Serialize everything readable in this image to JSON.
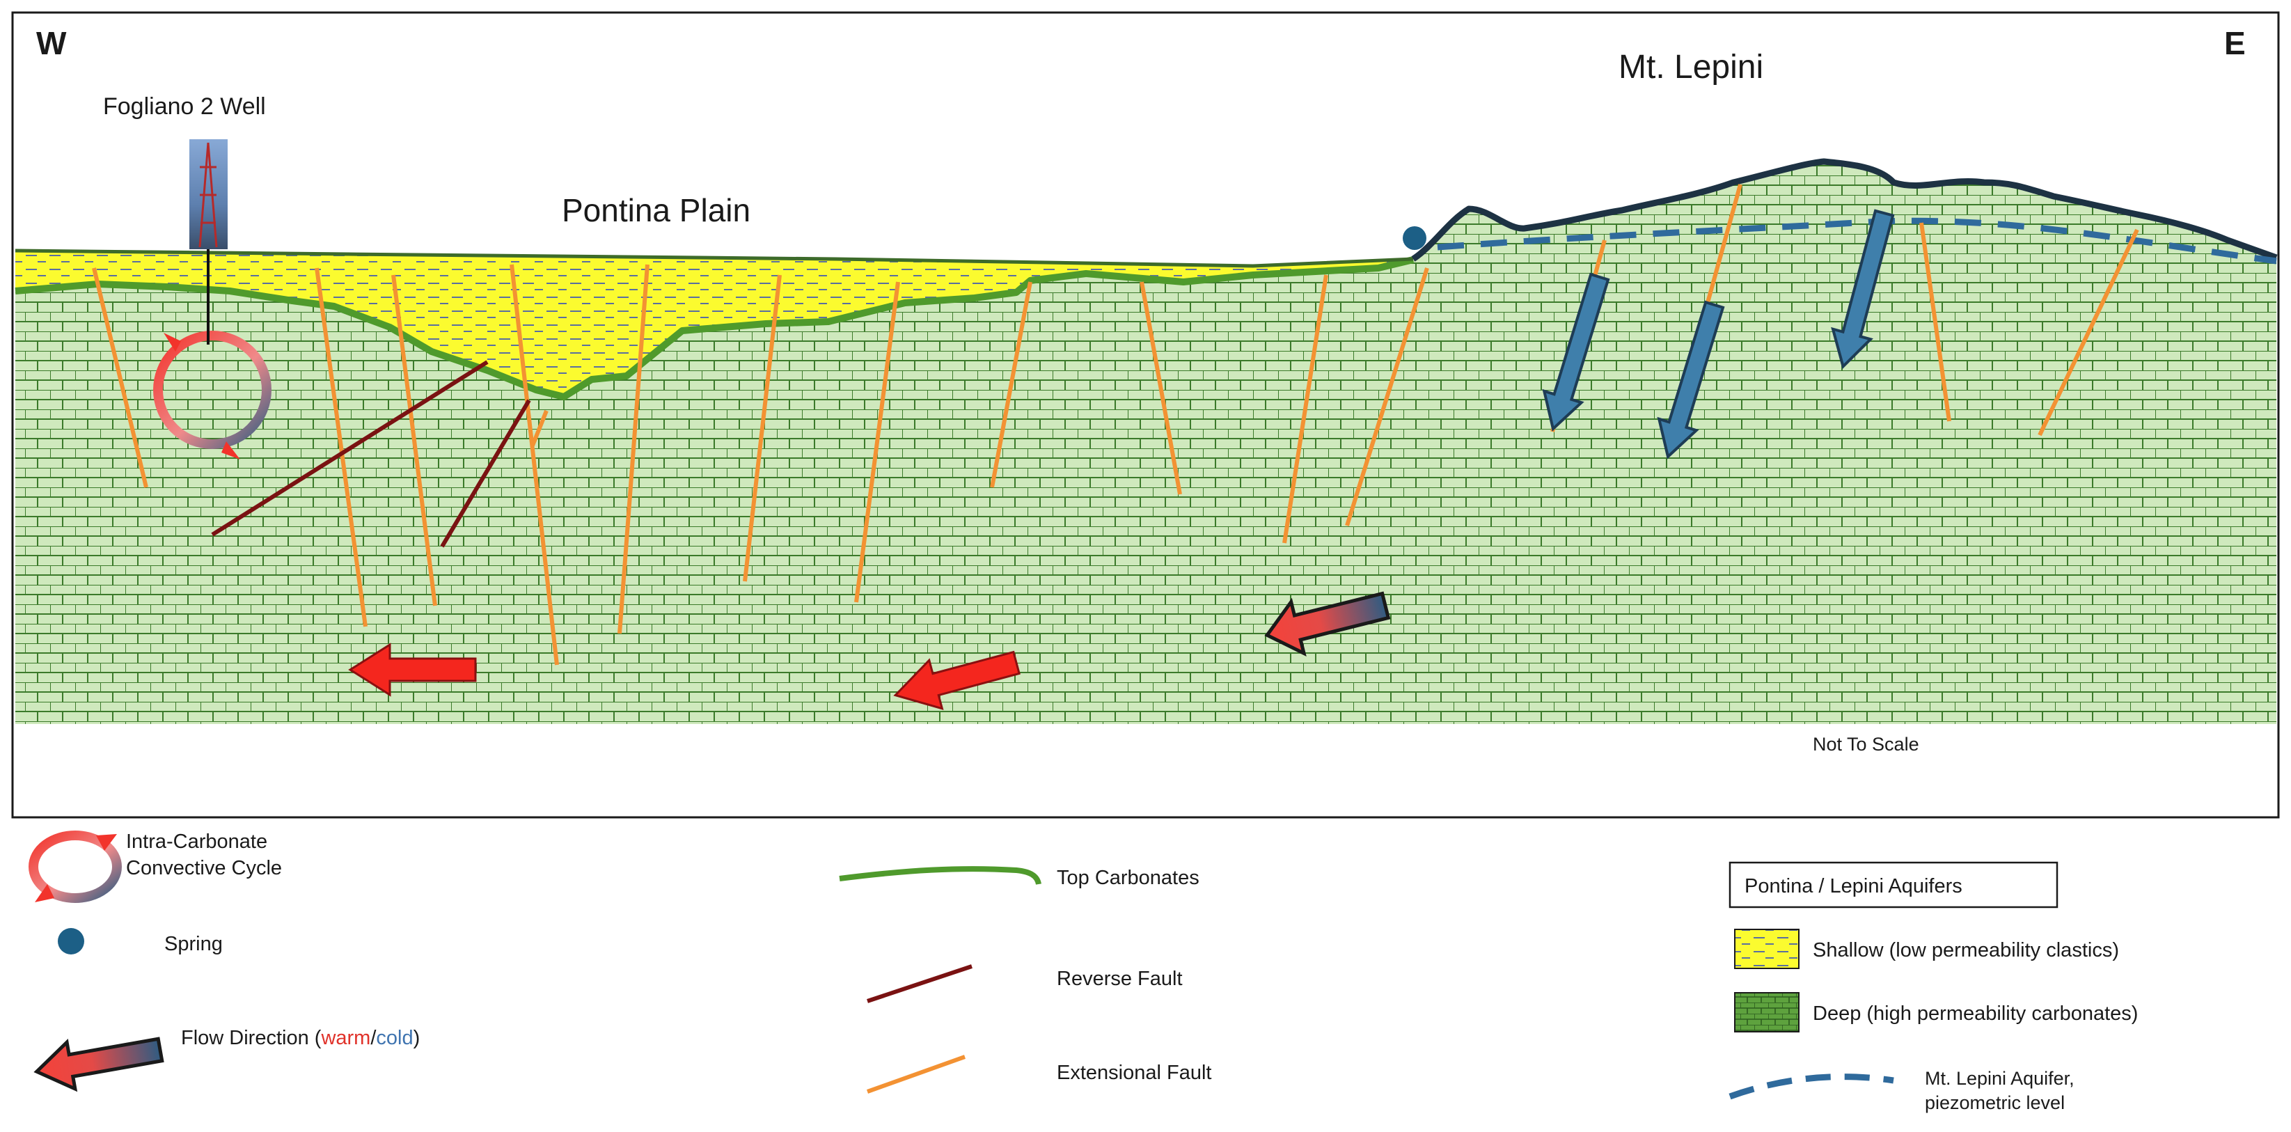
{
  "section": {
    "left_end_label": "W",
    "right_end_label": "E",
    "well_label": "Fogliano 2 Well",
    "plain_label": "Pontina Plain",
    "mountain_label": "Mt. Lepini",
    "scale_note": "Not To Scale"
  },
  "legend": {
    "convective_cycle": "Intra-Carbonate Convective Cycle",
    "convective_cycle_line1": "Intra-Carbonate",
    "convective_cycle_line2": "Convective Cycle",
    "spring": "Spring",
    "flow_direction_prefix": "Flow Direction (",
    "flow_warm": "warm",
    "flow_sep": "/",
    "flow_cold": "cold",
    "flow_suffix": ")",
    "top_carbonates": "Top Carbonates",
    "reverse_fault": "Reverse Fault",
    "extensional_fault": "Extensional Fault",
    "aquifers_title": "Pontina / Lepini Aquifers",
    "shallow": "Shallow (low permeability clastics)",
    "deep": "Deep (high permeability carbonates)",
    "piezometric_line1": "Mt. Lepini Aquifer,",
    "piezometric_line2": "piezometric level"
  },
  "colors": {
    "carbonate_fill": "#cfe9bd",
    "carbonate_brick": "#3b7a2a",
    "clastic_fill": "#fbfb2f",
    "top_carbonates": "#4f9a2c",
    "reverse_fault": "#7a1212",
    "extensional_fault": "#f39233",
    "flow_warm": "#e0322a",
    "flow_cold": "#3f74b0",
    "spring": "#1c5f86",
    "surface_outline": "#1d3243"
  }
}
